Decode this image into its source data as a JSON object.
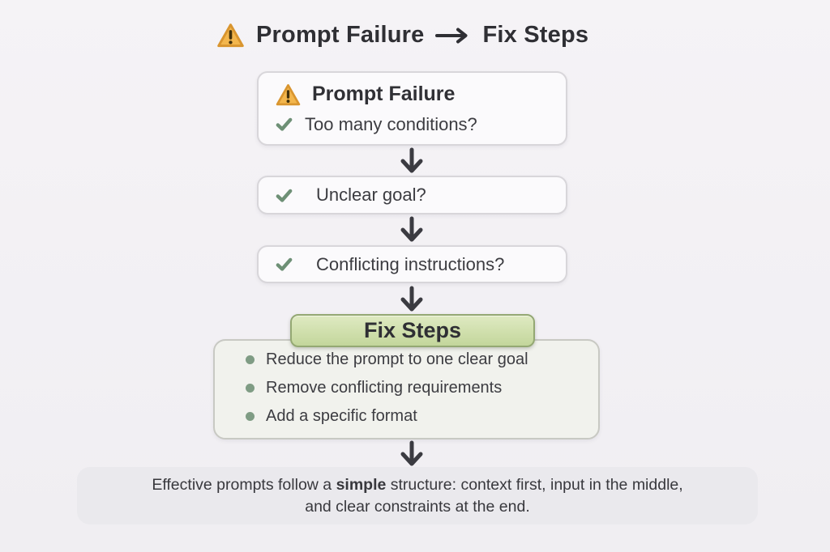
{
  "title": {
    "part1": "Prompt Failure",
    "part2": "Fix Steps"
  },
  "failure_box": {
    "heading": "Prompt Failure",
    "question": "Too many conditions?"
  },
  "question_boxes": [
    "Unclear goal?",
    "Conflicting instructions?"
  ],
  "fix": {
    "header": "Fix Steps",
    "steps": [
      "Reduce the prompt to one clear goal",
      "Remove conflicting requirements",
      "Add a specific format"
    ]
  },
  "footer": {
    "line1_pre": "Effective prompts follow a ",
    "line1_bold": "simple",
    "line1_post": " structure: context first, input in the middle,",
    "line2": "and clear constraints at the end."
  },
  "icons": {
    "warning": "warning-triangle",
    "check": "checkmark",
    "arrow_right": "right-arrow",
    "arrow_down": "down-arrow",
    "bullet": "bullet-dot"
  },
  "colors": {
    "background": "#f5f3f6",
    "text": "#37373c",
    "card_bg": "#fbfafc",
    "card_border": "#d8d6da",
    "accent_green": "#c3d69b",
    "accent_green_border": "#94a873",
    "check_green": "#6e9076",
    "bullet_green": "#7f9c84",
    "warning_fill": "#f3b64d",
    "warning_border": "#d9952f",
    "steps_bg": "#f1f2ed",
    "steps_border": "#c8c9c3",
    "footer_bg": "#eae9ed",
    "arrow": "#3b3b41"
  }
}
